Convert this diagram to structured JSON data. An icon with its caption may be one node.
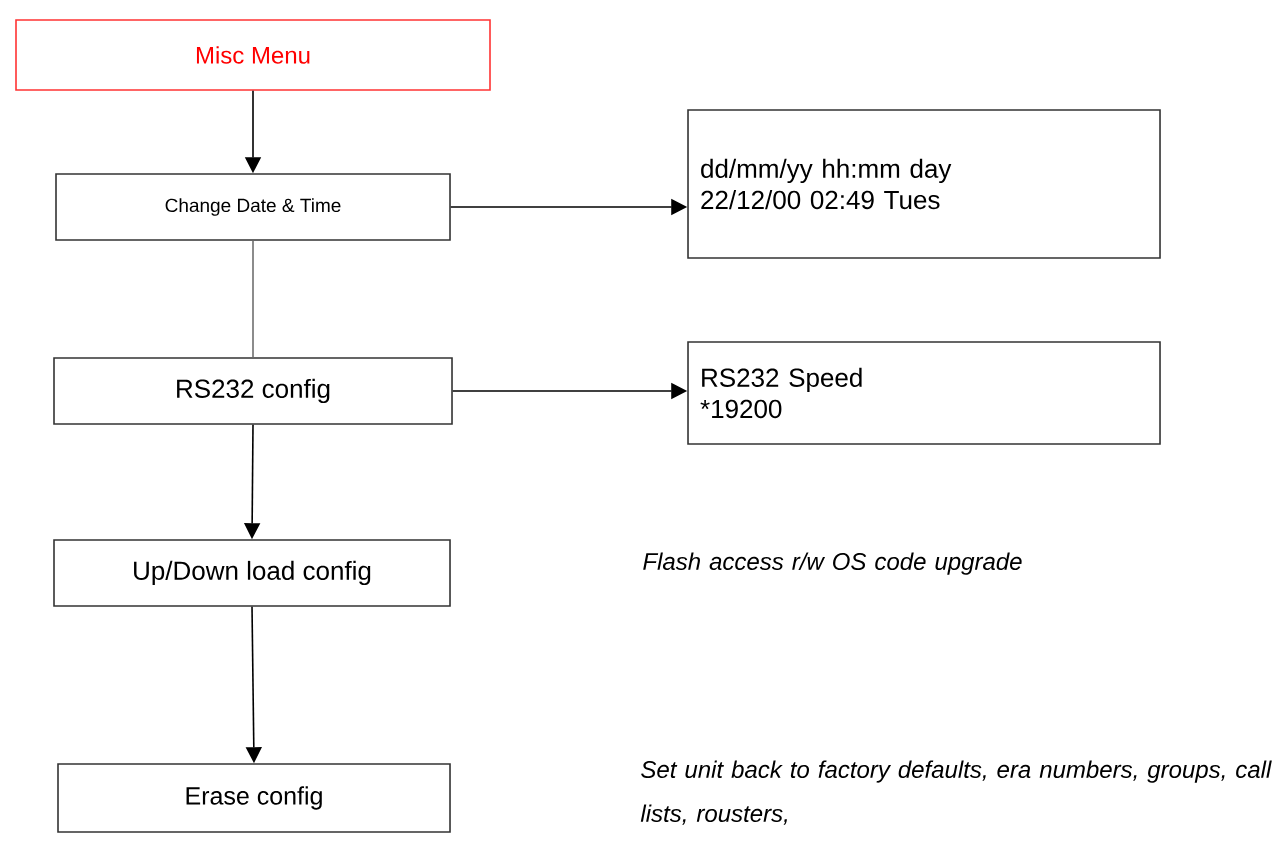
{
  "diagram": {
    "nodes": [
      {
        "text": [
          "Misc Menu"
        ]
      },
      {
        "text": [
          "Change Date & Time"
        ]
      },
      {
        "text": [
          "RS232 config"
        ]
      },
      {
        "text": [
          "Up/Down load config"
        ]
      },
      {
        "text": [
          "Erase config"
        ]
      },
      {
        "text": [
          "dd/mm/yy hh:mm  day",
          "22/12/00 02:49    Tues"
        ]
      },
      {
        "text": [
          "RS232 Speed",
          "*19200"
        ]
      }
    ],
    "edges": [
      {
        "from": 0,
        "to": 1,
        "arrow": "to"
      },
      {
        "from": 1,
        "to": 2,
        "arrow": "none",
        "color": "#707070"
      },
      {
        "from": 2,
        "to": 3,
        "arrow": "to"
      },
      {
        "from": 3,
        "to": 4,
        "arrow": "to"
      },
      {
        "from": 1,
        "to": 5,
        "arrow": "to"
      },
      {
        "from": 2,
        "to": 6,
        "arrow": "to"
      }
    ],
    "labels": [
      "Flash access r/w OS code upgrade",
      "Set unit back to factory defaults, era numbers, groups, call lists, rousters,"
    ]
  }
}
